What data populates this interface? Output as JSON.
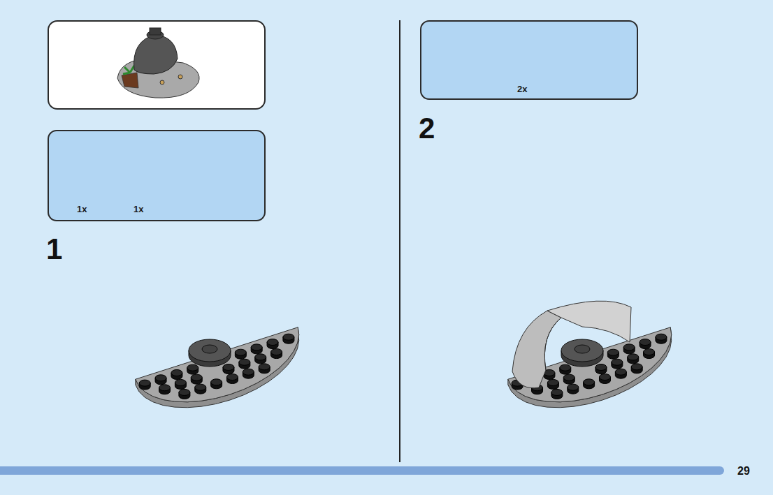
{
  "diagram": {
    "nodes": [
      {
        "text": [
          "1x",
          "1x"
        ]
      },
      {
        "text": [
          "2x"
        ]
      }
    ],
    "labels": [
      "1",
      "2",
      "29"
    ]
  }
}
